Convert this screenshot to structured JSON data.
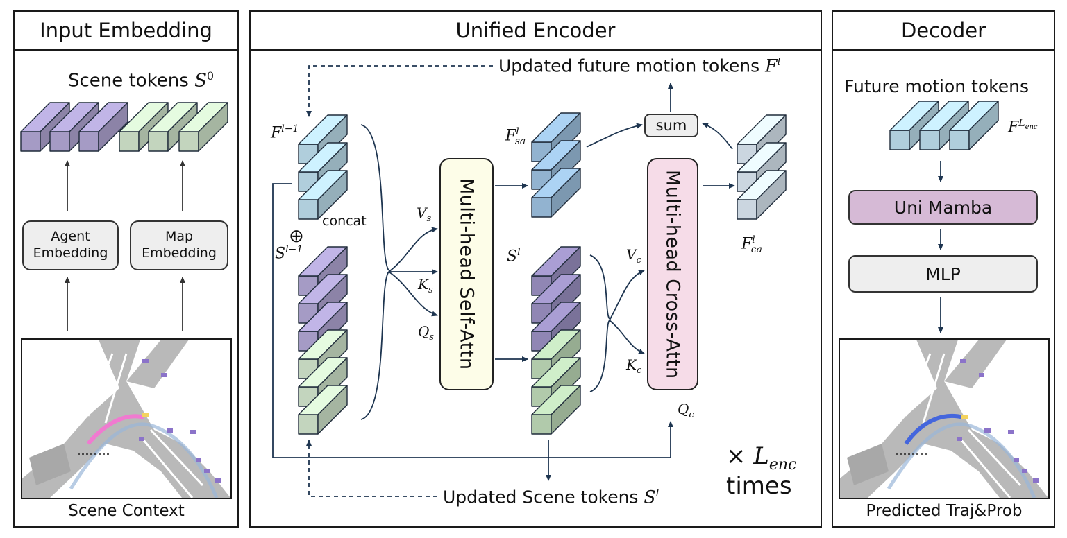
{
  "panels": {
    "input": {
      "title": "Input Embedding"
    },
    "encoder": {
      "title": "Unified Encoder"
    },
    "decoder": {
      "title": "Decoder"
    }
  },
  "input": {
    "scene_tokens_label": "Scene tokens",
    "scene_tokens_sym": "S",
    "scene_tokens_sup": "0",
    "agent_embedding": "Agent\nEmbedding",
    "map_embedding": "Map\nEmbedding",
    "scene_context": "Scene Context"
  },
  "encoder": {
    "updated_future": "Updated future motion tokens",
    "updated_future_sym": "F",
    "updated_future_sup": "l",
    "updated_scene": "Updated Scene tokens",
    "updated_scene_sym": "S",
    "updated_scene_sup": "l",
    "concat": "concat",
    "oplus": "⊕",
    "self_attn": "Multi-head Self-Attn",
    "cross_attn": "Multi-head Cross-Attn",
    "sum": "sum",
    "times_label": "times",
    "times_prefix": "×",
    "times_sym": "L",
    "times_sub": "enc",
    "sym": {
      "F_prev": "F",
      "F_prev_sup": "l−1",
      "S_prev": "S",
      "S_prev_sup": "l−1",
      "F_sa": "F",
      "F_sa_sup": "l",
      "F_sa_sub": "sa",
      "S_l": "S",
      "S_l_sup": "l",
      "F_ca": "F",
      "F_ca_sup": "l",
      "F_ca_sub": "ca",
      "Vs": "V",
      "Vs_sub": "s",
      "Ks": "K",
      "Ks_sub": "s",
      "Qs": "Q",
      "Qs_sub": "s",
      "Vc": "V",
      "Vc_sub": "c",
      "Kc": "K",
      "Kc_sub": "c",
      "Qc": "Q",
      "Qc_sub": "c"
    }
  },
  "decoder": {
    "future_motion": "Future motion tokens",
    "future_sym": "F",
    "future_sup": "L",
    "future_sup_sub": "enc",
    "uni_mamba": "Uni Mamba",
    "mlp": "MLP",
    "predicted": "Predicted Traj&Prob"
  },
  "colors": {
    "agent_token": "#b3a8d6",
    "map_token": "#d4e8cf",
    "future_token": "#bfe0ef",
    "self_attn_fill": "#fdfde8",
    "cross_attn_fill": "#f6dce8",
    "mamba_fill": "#d6bad6",
    "mlp_fill": "#eeeeee"
  }
}
